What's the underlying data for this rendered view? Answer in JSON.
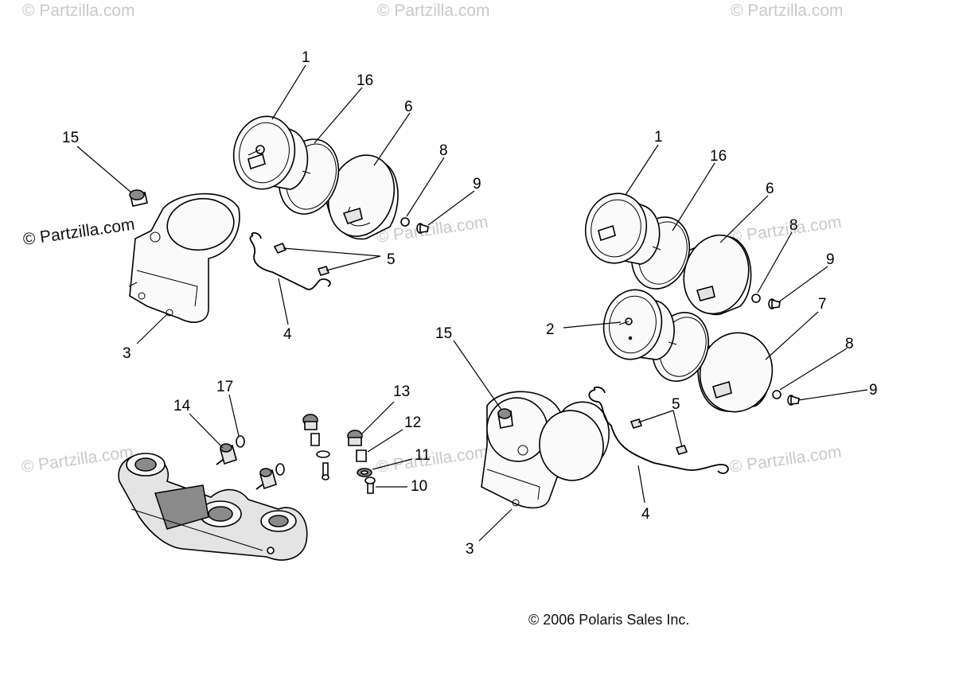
{
  "watermarks": {
    "top_1": "© Partzilla.com",
    "top_2": "© Partzilla.com",
    "top_3": "© Partzilla.com",
    "left_dark": "© Partzilla.com",
    "mid_1": "© Partzilla.com",
    "right_1": "© Partzilla.com",
    "left_low": "© Partzilla.com",
    "mid_low": "© Partzilla.com",
    "right_low": "© Partzilla.com"
  },
  "copyright": "© 2006 Polaris Sales Inc.",
  "callouts": {
    "l1": "1",
    "l16": "16",
    "l6": "6",
    "l15": "15",
    "l8": "8",
    "l9": "9",
    "l5": "5",
    "l4": "4",
    "l3": "3",
    "r1": "1",
    "r16": "16",
    "r6": "6",
    "r8a": "8",
    "r9a": "9",
    "r2": "2",
    "r7": "7",
    "r8b": "8",
    "r9b": "9",
    "r15": "15",
    "r5": "5",
    "r4": "4",
    "r3": "3",
    "b17": "17",
    "b14": "14",
    "b13": "13",
    "b12": "12",
    "b11": "11",
    "b10": "10"
  }
}
